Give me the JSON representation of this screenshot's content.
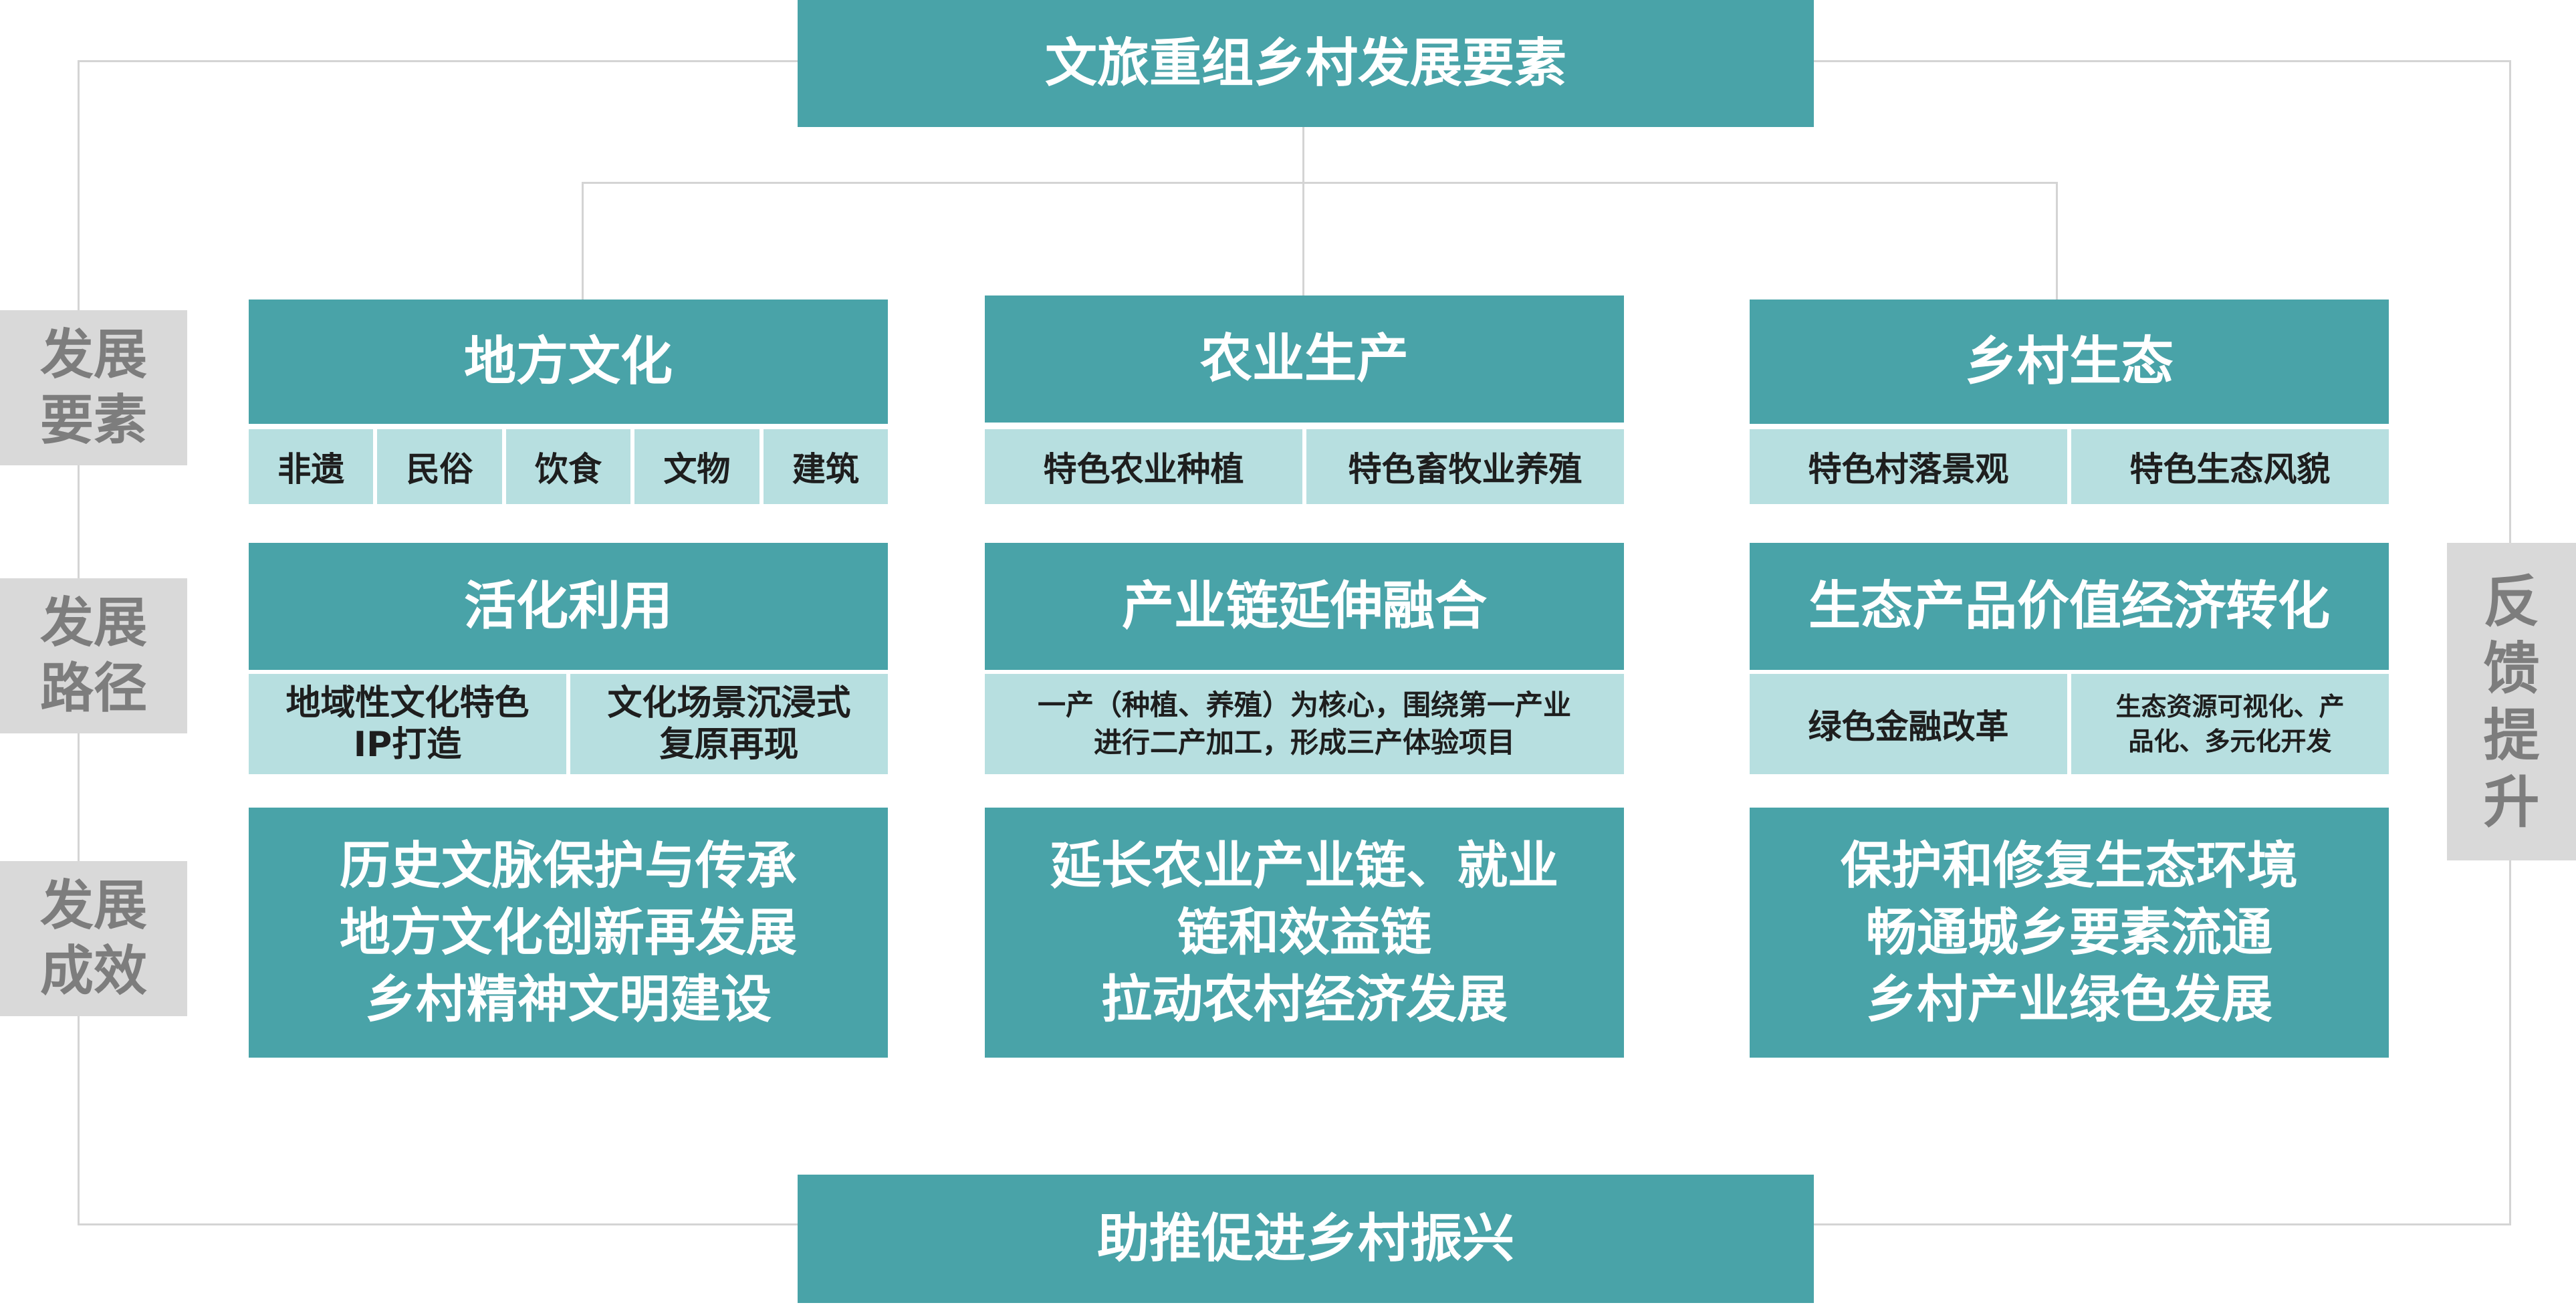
{
  "top_title": "文旅重组乡村发展要素",
  "bottom_title": "助推促进乡村振兴",
  "row_labels": {
    "elements": "发展\n要素",
    "paths": "发展\n路径",
    "effects": "发展\n成效"
  },
  "feedback_label": "反\n馈\n提\n升",
  "columns": [
    {
      "element_title": "地方文化",
      "element_items": [
        "非遗",
        "民俗",
        "饮食",
        "文物",
        "建筑"
      ],
      "path_title": "活化利用",
      "path_items": [
        "地域性文化特色\nIP打造",
        "文化场景沉浸式\n复原再现"
      ],
      "effect": "历史文脉保护与传承\n地方文化创新再发展\n乡村精神文明建设"
    },
    {
      "element_title": "农业生产",
      "element_items": [
        "特色农业种植",
        "特色畜牧业养殖"
      ],
      "path_title": "产业链延伸融合",
      "path_items": [
        "一产（种植、养殖）为核心，围绕第一产业\n进行二产加工，形成三产体验项目"
      ],
      "effect": "延长农业产业链、就业\n链和效益链\n拉动农村经济发展"
    },
    {
      "element_title": "乡村生态",
      "element_items": [
        "特色村落景观",
        "特色生态风貌"
      ],
      "path_title": "生态产品价值经济转化",
      "path_items": [
        "绿色金融改革",
        "生态资源可视化、产\n品化、多元化开发"
      ],
      "effect": "保护和修复生态环境\n畅通城乡要素流通\n乡村产业绿色发展"
    }
  ],
  "colors": {
    "teal": "#49a3a8",
    "light_teal": "#b7dfe0",
    "gray": "#d9d9d9",
    "gray_text": "#7d7d7d",
    "line": "#d4d4d4"
  }
}
